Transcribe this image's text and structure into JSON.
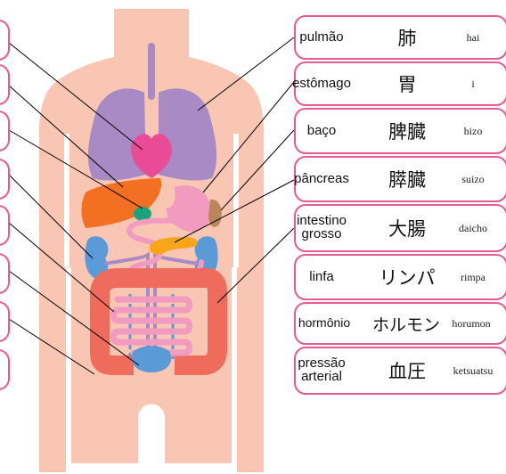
{
  "colors": {
    "skin": "#f9c6b4",
    "lung": "#a98ac4",
    "heart": "#e94b97",
    "liver": "#f36f21",
    "gallbladder": "#1aa27a",
    "stomach": "#f29bc1",
    "spleen": "#b98759",
    "pancreas": "#f9a51a",
    "kidney": "#5a9ad6",
    "large_intestine": "#ef6b5b",
    "small_intestine": "#f29bc1",
    "vessel": "#a98ac4",
    "bladder": "#5a9ad6",
    "label_border": "#e75a92",
    "leader_line": "#000000"
  },
  "organ_icons": [
    "lungs",
    "heart",
    "liver",
    "gallbladder",
    "stomach",
    "spleen",
    "pancreas",
    "kidneys",
    "large-intestine",
    "small-intestine",
    "bladder",
    "lymph-vessels"
  ],
  "labels": [
    {
      "pt": "pulmão",
      "jp": "肺",
      "romaji": "hai"
    },
    {
      "pt": "estômago",
      "jp": "胃",
      "romaji": "i"
    },
    {
      "pt": "baço",
      "jp": "脾臓",
      "romaji": "hizo"
    },
    {
      "pt": "pâncreas",
      "jp": "膵臓",
      "romaji": "suizo"
    },
    {
      "pt": "intestino grosso",
      "jp": "大腸",
      "romaji": "daicho"
    },
    {
      "pt": "linfa",
      "jp": "リンパ",
      "romaji": "rimpa"
    },
    {
      "pt": "hormônio",
      "jp": "ホルモン",
      "romaji": "horumon"
    },
    {
      "pt": "pressão arterial",
      "jp": "血圧",
      "romaji": "ketsuatsu"
    }
  ]
}
